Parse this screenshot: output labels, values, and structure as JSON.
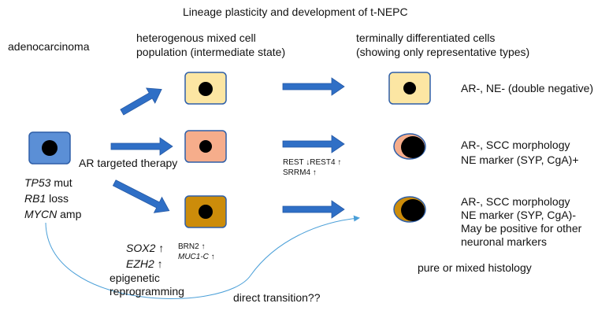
{
  "title": "Lineage plasticity and development of t-NEPC",
  "col_adeno": "adenocarcinoma",
  "col_mixed": [
    "heterogenous mixed cell",
    "population (intermediate state)"
  ],
  "col_terminal": [
    "terminally differentiated cells",
    "(showing only representative types)"
  ],
  "therapy_label": "AR targeted therapy",
  "mutations": [
    {
      "gene": "TP53",
      "change": " mut"
    },
    {
      "gene": "RB1",
      "change": " loss"
    },
    {
      "gene": "MYCN",
      "change": " amp"
    }
  ],
  "epi_markers": [
    {
      "gene": "SOX2",
      "arrow": " ↑"
    },
    {
      "gene": "EZH2",
      "arrow": " ↑"
    }
  ],
  "epi_label": [
    "epigenetic",
    "reprogramming"
  ],
  "brn2": "BRN2 ↑",
  "muc1c": "MUC1-C ↑",
  "rest_line": "REST ↓REST4 ↑",
  "srrm4_line": "SRRM4 ↑",
  "outcome1": "AR-, NE- (double negative)",
  "outcome2": [
    "AR-, SCC morphology",
    "NE marker (SYP, CgA)+"
  ],
  "outcome3": [
    "AR-, SCC morphology",
    "NE marker (SYP, CgA)-",
    "May be positive for other",
    "neuronal markers"
  ],
  "histology": "pure or mixed histology",
  "direct": "direct transition??",
  "colors": {
    "adeno_cell": "#5b8fd6",
    "double_negative_cell": "#fce6a3",
    "intermediate_cell": "#f6ad8b",
    "late_cell": "#cc8c0a",
    "arrow_fill": "#2f6fc6",
    "cell_border": "#2e5fa8",
    "nucleus": "#000000",
    "curve": "#4a9fd8"
  },
  "icons": [
    "arrow-right",
    "arrow-up-right",
    "arrow-down-right",
    "cell",
    "nucleus"
  ]
}
